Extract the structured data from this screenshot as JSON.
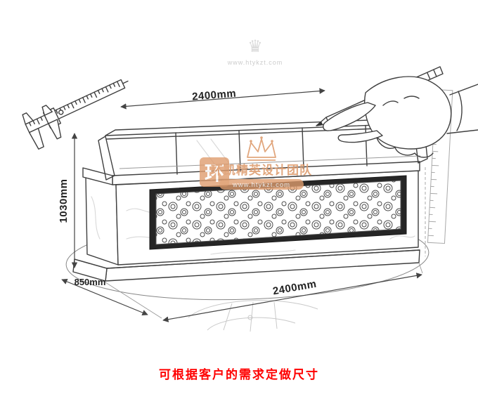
{
  "illustration": {
    "dimensions": {
      "top_width": "2400mm",
      "height": "1030mm",
      "depth": "850mm",
      "bottom_width": "2400mm"
    },
    "watermark": {
      "crown_glyph": "♛",
      "seal_glyph": "环",
      "brand": "环凯精英设计团队",
      "url": "www.htykzt.com"
    }
  },
  "caption": {
    "text": "可根据客户的需求定做尺寸"
  },
  "colors": {
    "caption_red": "#ff0000",
    "watermark_orange": "#de9b6d",
    "line_dark": "#3f3f3f"
  }
}
